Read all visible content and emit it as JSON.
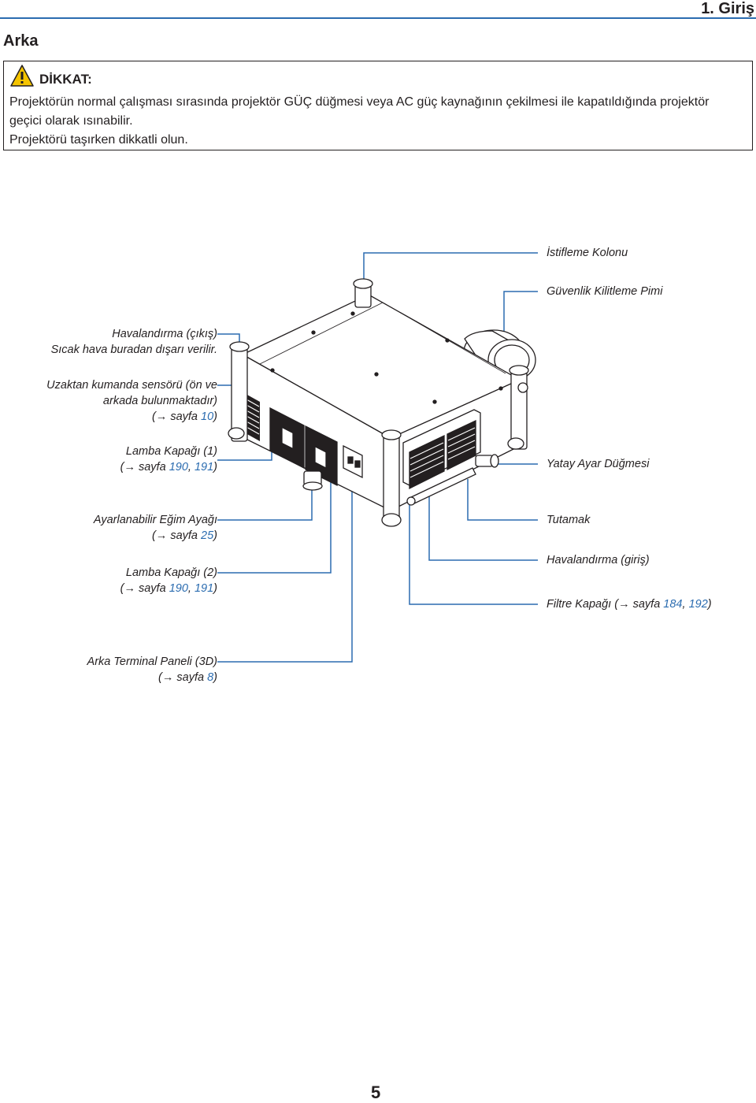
{
  "header": {
    "chapter": "1. Giriş",
    "section": "Arka"
  },
  "caution": {
    "title": "DİKKAT:",
    "line1": "Projektörün normal çalışması sırasında projektör GÜÇ düğmesi veya AC güç kaynağının çekilmesi ile kapatıldığında projektör",
    "line2": "geçici olarak ısınabilir.",
    "line3": "Projektörü taşırken dikkatli olun."
  },
  "labels": {
    "stacking": "İstifleme Kolonu",
    "security_pin": "Güvenlik Kilitleme Pimi",
    "vent_out_1": "Havalandırma (çıkış)",
    "vent_out_2": "Sıcak hava buradan dışarı verilir.",
    "remote_1": "Uzaktan kumanda sensörü (ön ve",
    "remote_2": "arkada bulunmaktadır)",
    "remote_3_pre": "(",
    "remote_3_arrow": "→",
    "remote_3_text": " sayfa ",
    "remote_3_ref": "10",
    "remote_3_post": ")",
    "lamp1_1": "Lamba Kapağı (1)",
    "lamp1_pre": "(",
    "lamp1_text": " sayfa ",
    "lamp1_ref1": "190",
    "lamp1_sep": ", ",
    "lamp1_ref2": "191",
    "lamp1_post": ")",
    "horizontal": "Yatay Ayar Düğmesi",
    "tilt_1": "Ayarlanabilir Eğim Ayağı",
    "tilt_pre": "(",
    "tilt_text": " sayfa ",
    "tilt_ref": "25",
    "tilt_post": ")",
    "handle": "Tutamak",
    "lamp2_1": "Lamba Kapağı (2)",
    "lamp2_pre": "(",
    "lamp2_text": " sayfa ",
    "lamp2_ref1": "190",
    "lamp2_sep": ", ",
    "lamp2_ref2": "191",
    "lamp2_post": ")",
    "vent_in": "Havalandırma (giriş)",
    "filter_pre": "Filtre Kapağı (",
    "filter_text": " sayfa ",
    "filter_ref1": "184",
    "filter_sep": ", ",
    "filter_ref2": "192",
    "filter_post": ")",
    "terminal_1": "Arka Terminal Paneli (3D)",
    "terminal_pre": "(",
    "terminal_text": " sayfa ",
    "terminal_ref": "8",
    "terminal_post": ")"
  },
  "arrow_glyph": "→",
  "page_number": "5",
  "colors": {
    "accent": "#2b6cb0",
    "text": "#231f20",
    "warning": "#f5c400"
  }
}
